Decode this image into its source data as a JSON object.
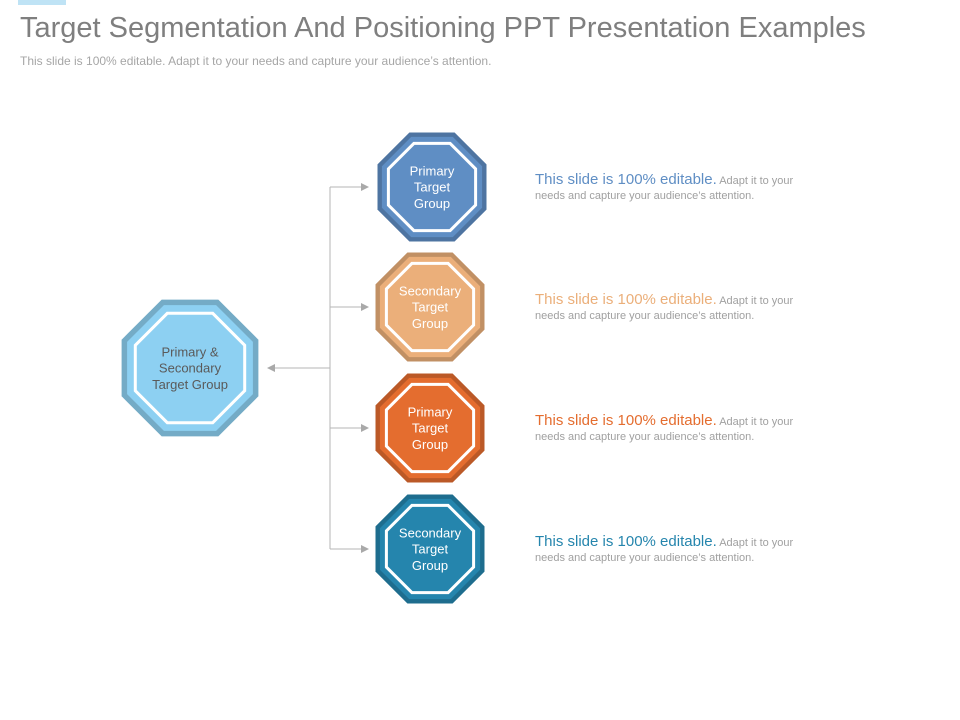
{
  "header": {
    "title": "Target Segmentation And Positioning PPT Presentation Examples",
    "subtitle": "This slide is 100% editable. Adapt it to your needs and capture your audience’s attention."
  },
  "center_node": {
    "lines": [
      "Primary &",
      "Secondary",
      "Target Group"
    ],
    "color": "#8dd0f2",
    "text_color": "#5a5a5a"
  },
  "nodes": [
    {
      "lines": [
        "Primary",
        "Target",
        "Group"
      ],
      "color": "#5f8ec4",
      "desc_lead": "This slide is 100% editable.",
      "desc_rest": " Adapt it to your needs and capture your audience’s attention."
    },
    {
      "lines": [
        "Secondary",
        "Target",
        "Group"
      ],
      "color": "#ebaf7a",
      "desc_lead": "This slide is 100% editable.",
      "desc_rest": " Adapt it to your needs and capture your audience’s attention."
    },
    {
      "lines": [
        "Primary",
        "Target",
        "Group"
      ],
      "color": "#e46d2f",
      "desc_lead": "This slide is 100% editable.",
      "desc_rest": " Adapt it to your needs and capture your audience’s attention."
    },
    {
      "lines": [
        "Secondary",
        "Target",
        "Group"
      ],
      "color": "#2585ad",
      "desc_lead": "This slide is 100% editable.",
      "desc_rest": " Adapt it to your needs and capture your audience’s attention."
    }
  ]
}
